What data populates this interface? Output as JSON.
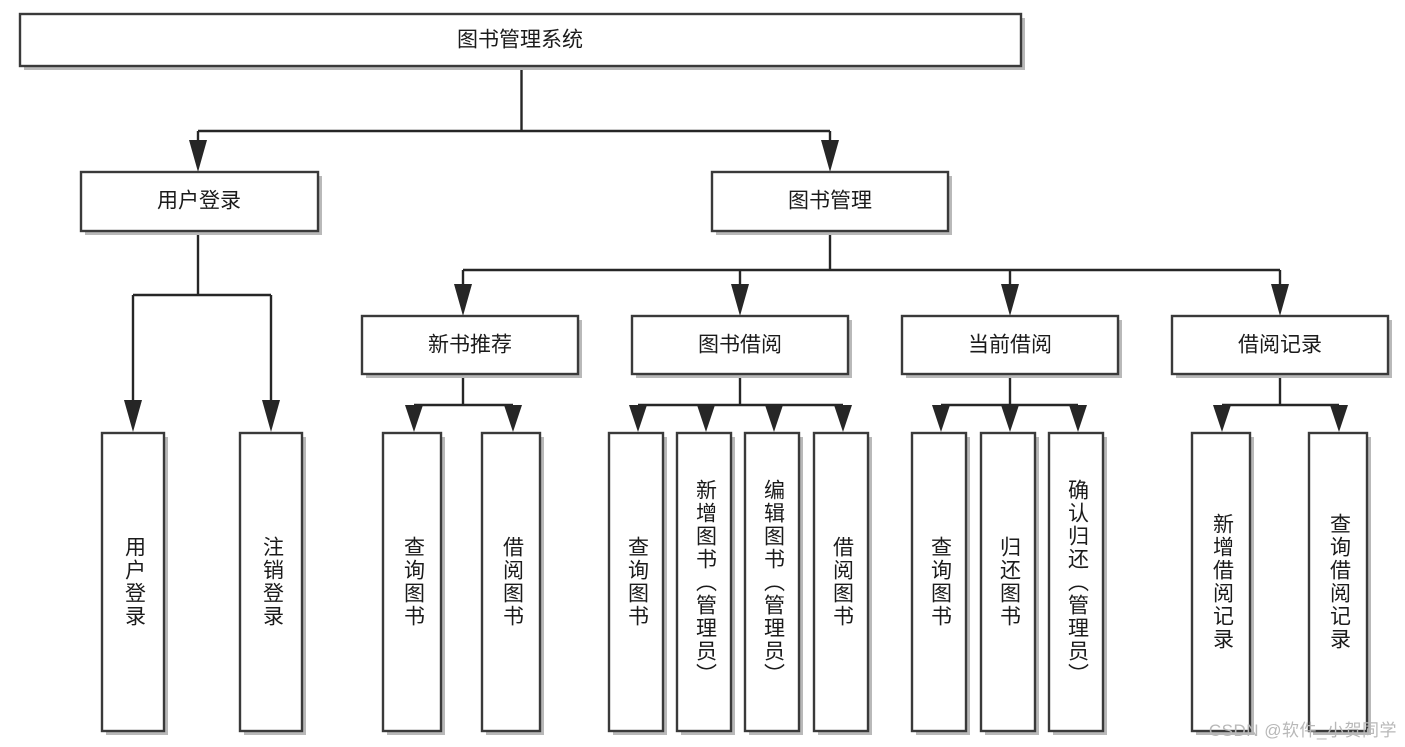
{
  "diagram": {
    "type": "tree-hierarchy-flowchart",
    "title": "图书管理系统",
    "root": {
      "id": "root",
      "label": "图书管理系统",
      "shape": "rectangle",
      "orientation": "horizontal-text"
    },
    "level2": [
      {
        "id": "user-login",
        "label": "用户登录",
        "shape": "rectangle",
        "orientation": "horizontal-text"
      },
      {
        "id": "book-management",
        "label": "图书管理",
        "shape": "rectangle",
        "orientation": "horizontal-text"
      }
    ],
    "level3": [
      {
        "id": "new-book-recommend",
        "label": "新书推荐",
        "parent": "book-management",
        "shape": "rectangle",
        "orientation": "horizontal-text"
      },
      {
        "id": "book-borrow",
        "label": "图书借阅",
        "parent": "book-management",
        "shape": "rectangle",
        "orientation": "horizontal-text"
      },
      {
        "id": "current-borrow",
        "label": "当前借阅",
        "parent": "book-management",
        "shape": "rectangle",
        "orientation": "horizontal-text"
      },
      {
        "id": "borrow-record",
        "label": "借阅记录",
        "parent": "book-management",
        "shape": "rectangle",
        "orientation": "horizontal-text"
      }
    ],
    "leaves": [
      {
        "id": "leaf-user-login",
        "label": "用户登录",
        "parent": "user-login",
        "orientation": "vertical-text"
      },
      {
        "id": "leaf-user-logout",
        "label": "注销登录",
        "parent": "user-login",
        "orientation": "vertical-text"
      },
      {
        "id": "leaf-query-book-rec",
        "label": "查询图书",
        "parent": "new-book-recommend",
        "orientation": "vertical-text"
      },
      {
        "id": "leaf-borrow-book-rec",
        "label": "借阅图书",
        "parent": "new-book-recommend",
        "orientation": "vertical-text"
      },
      {
        "id": "leaf-query-book-borrow",
        "label": "查询图书",
        "parent": "book-borrow",
        "orientation": "vertical-text"
      },
      {
        "id": "leaf-add-book-admin",
        "label": "新增图书（管理员）",
        "parent": "book-borrow",
        "orientation": "vertical-text"
      },
      {
        "id": "leaf-edit-book-admin",
        "label": "编辑图书（管理员）",
        "parent": "book-borrow",
        "orientation": "vertical-text"
      },
      {
        "id": "leaf-borrow-book",
        "label": "借阅图书",
        "parent": "book-borrow",
        "orientation": "vertical-text"
      },
      {
        "id": "leaf-query-book-current",
        "label": "查询图书",
        "parent": "current-borrow",
        "orientation": "vertical-text"
      },
      {
        "id": "leaf-return-book",
        "label": "归还图书",
        "parent": "current-borrow",
        "orientation": "vertical-text"
      },
      {
        "id": "leaf-confirm-return-admin",
        "label": "确认归还（管理员）",
        "parent": "current-borrow",
        "orientation": "vertical-text"
      },
      {
        "id": "leaf-add-borrow-record",
        "label": "新增借阅记录",
        "parent": "borrow-record",
        "orientation": "vertical-text"
      },
      {
        "id": "leaf-query-borrow-record",
        "label": "查询借阅记录",
        "parent": "borrow-record",
        "orientation": "vertical-text"
      }
    ],
    "colors": {
      "box_fill": "#ffffff",
      "box_stroke": "#3a3a3a",
      "connector": "#262626",
      "shadow": "#b9b9b9",
      "text": "#1b1b1b",
      "watermark": "#b8b8b8",
      "background": "#ffffff"
    }
  },
  "watermark": {
    "text": "CSDN @软件_小贺同学"
  }
}
